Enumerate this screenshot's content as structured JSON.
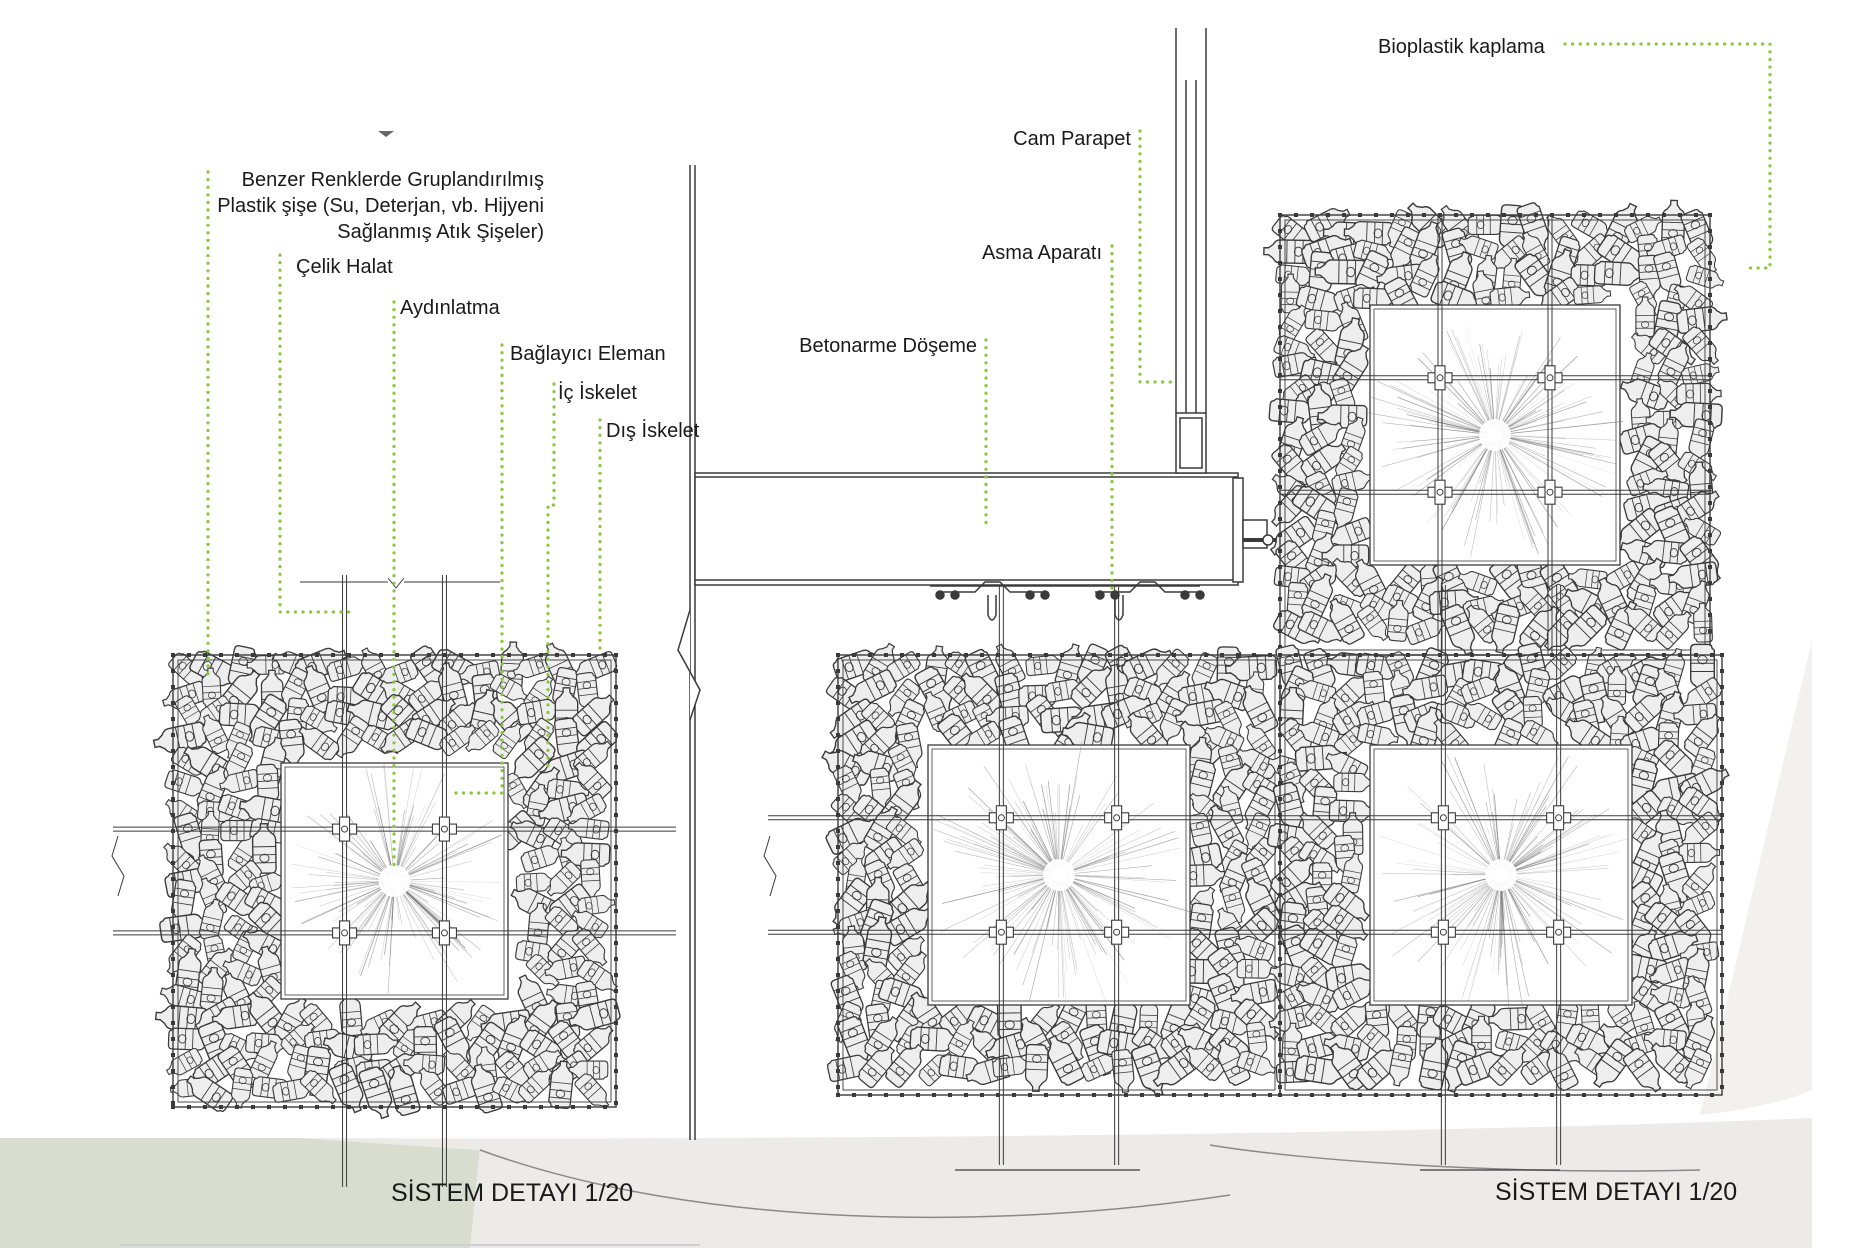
{
  "colors": {
    "leader": "#8cc63f",
    "line": "#3a3a3a",
    "bottle_fill": "#eeeeee",
    "bottle_stroke": "#3a3a3a",
    "ground": "#d9ddd0",
    "grey_band": "#ecebe8"
  },
  "labels": {
    "bottles_line1": "Benzer Renklerde Gruplandırılmış",
    "bottles_line2": "Plastik şişe (Su, Deterjan, vb. Hijyeni",
    "bottles_line3": "Sağlanmış Atık Şişeler)",
    "steel_cable": "Çelik Halat",
    "lighting": "Aydınlatma",
    "connector": "Bağlayıcı Eleman",
    "inner_frame": "İç İskelet",
    "outer_frame": "Dış İskelet",
    "concrete_slab": "Betonarme Döşeme",
    "hanger": "Asma Aparatı",
    "glass_parapet": "Cam Parapet",
    "bioplastic": "Bioplastik kaplama"
  },
  "titles": {
    "left": "SİSTEM DETAYI 1/20",
    "right": "SİSTEM DETAYI 1/20"
  }
}
